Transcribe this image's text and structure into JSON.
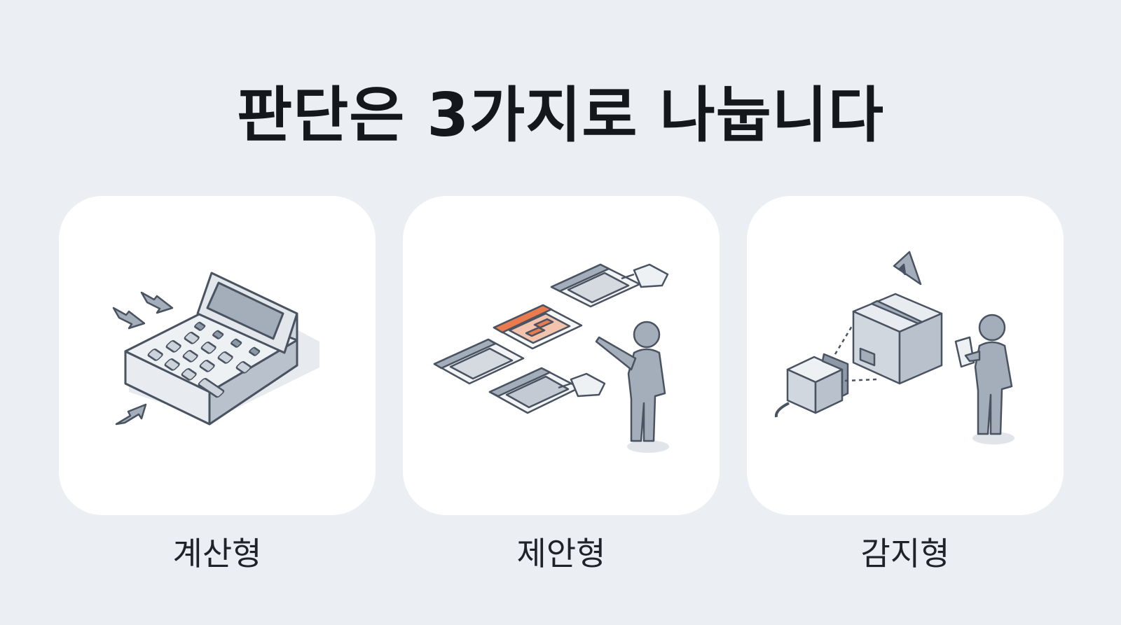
{
  "title": "판단은 3가지로 나눕니다",
  "cards": [
    {
      "label": "계산형",
      "icon": "calculator-icon"
    },
    {
      "label": "제안형",
      "icon": "calendar-suggestion-icon"
    },
    {
      "label": "감지형",
      "icon": "sensor-detection-icon"
    }
  ],
  "colors": {
    "background": "#ebeef2",
    "card": "#ffffff",
    "stroke": "#4a5361",
    "fill": "#a4aebb",
    "accent": "#e97b4f"
  }
}
